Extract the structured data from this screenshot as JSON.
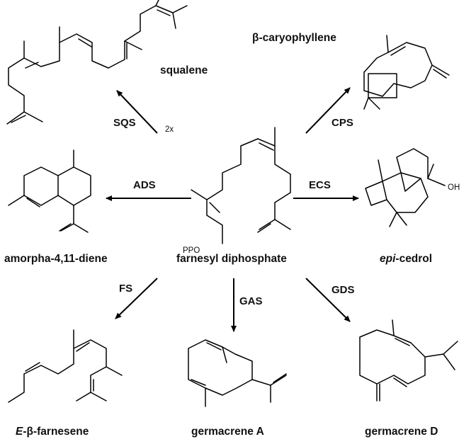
{
  "center": {
    "name": "farnesyl diphosphate",
    "ppo": "PPO"
  },
  "products": {
    "squalene": {
      "name": "squalene",
      "enzyme": "SQS",
      "note": "2x"
    },
    "caryophyllene": {
      "name_prefix": "β",
      "name_suffix": "-caryophyllene",
      "enzyme": "CPS"
    },
    "amorphadiene": {
      "name": "amorpha-4,11-diene",
      "enzyme": "ADS"
    },
    "epicedrol": {
      "name_italic": "epi",
      "name_suffix": "-cedrol",
      "enzyme": "ECS",
      "oh": "OH"
    },
    "farnesene": {
      "name_italic": "E",
      "name_mid": "-β-",
      "name_suffix": "farnesene",
      "enzyme": "FS"
    },
    "germacreneA": {
      "name": "germacrene A",
      "enzyme": "GAS"
    },
    "germacreneD": {
      "name": "germacrene D",
      "enzyme": "GDS"
    }
  }
}
